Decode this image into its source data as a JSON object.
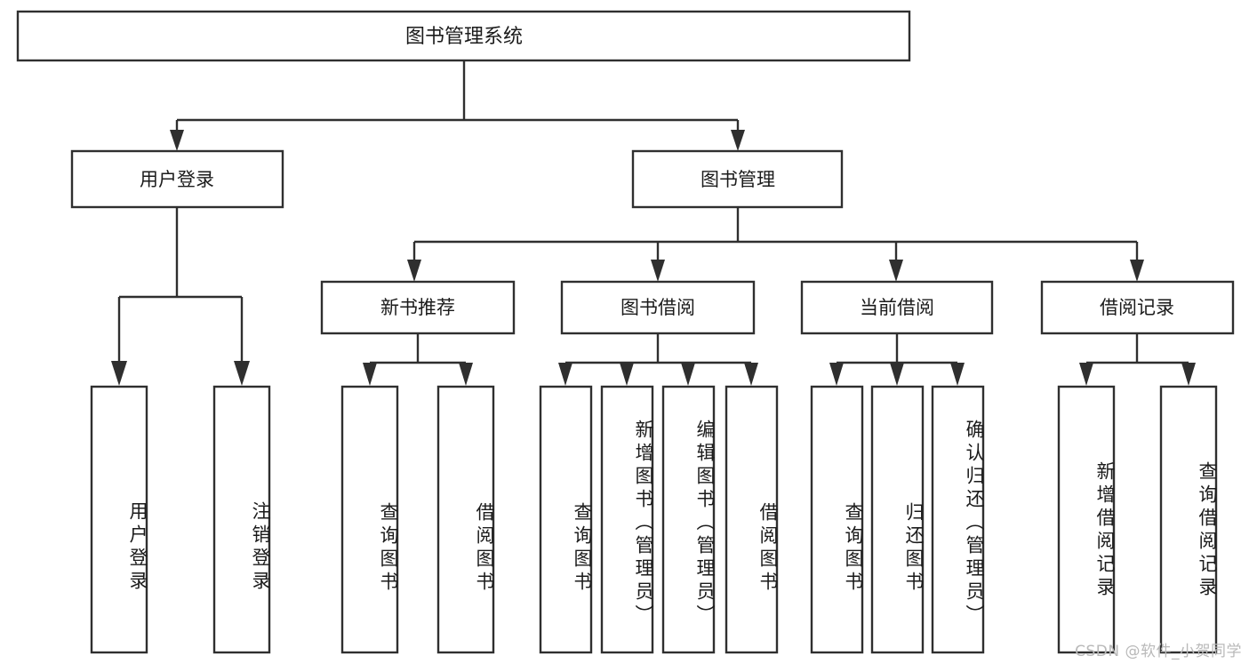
{
  "diagram": {
    "type": "tree-hierarchy",
    "title": "图书管理系统",
    "watermark": "CSDN @软件_小贺同学",
    "colors": {
      "box_fill": "#ffffff",
      "box_stroke": "#2f2f2f",
      "connector": "#2f2f2f",
      "text": "#1b1b1b",
      "watermark": "#b9b9b9",
      "background": "#ffffff"
    },
    "levels": {
      "root": {
        "label": "图书管理系统"
      },
      "level2": [
        {
          "label": "用户登录"
        },
        {
          "label": "图书管理"
        }
      ],
      "level3": [
        {
          "label": "新书推荐"
        },
        {
          "label": "图书借阅"
        },
        {
          "label": "当前借阅"
        },
        {
          "label": "借阅记录"
        }
      ]
    },
    "leaves": {
      "用户登录": [
        "用户登录",
        "注销登录"
      ],
      "新书推荐": [
        "查询图书",
        "借阅图书"
      ],
      "图书借阅": [
        "查询图书",
        "新增图书（管理员）",
        "编辑图书（管理员）",
        "借阅图书"
      ],
      "当前借阅": [
        "查询图书",
        "归还图书",
        "确认归还（管理员）"
      ],
      "借阅记录": [
        "新增借阅记录",
        "查询借阅记录"
      ]
    },
    "nodes": {
      "root": "图书管理系统",
      "user_login": "用户登录",
      "book_manage": "图书管理",
      "new_book_rec": "新书推荐",
      "book_borrow": "图书借阅",
      "current_borrow": "当前借阅",
      "borrow_record": "借阅记录",
      "leaf_user_login": "用户登录",
      "leaf_user_logout": "注销登录",
      "leaf_rec_query": "查询图书",
      "leaf_rec_borrow": "借阅图书",
      "leaf_borrow_query": "查询图书",
      "leaf_borrow_add": "新增图书（管理员）",
      "leaf_borrow_edit": "编辑图书（管理员）",
      "leaf_borrow_borrow": "借阅图书",
      "leaf_cur_query": "查询图书",
      "leaf_cur_return": "归还图书",
      "leaf_cur_confirm": "确认归还（管理员）",
      "leaf_rechist_add": "新增借阅记录",
      "leaf_rechist_query": "查询借阅记录"
    }
  }
}
